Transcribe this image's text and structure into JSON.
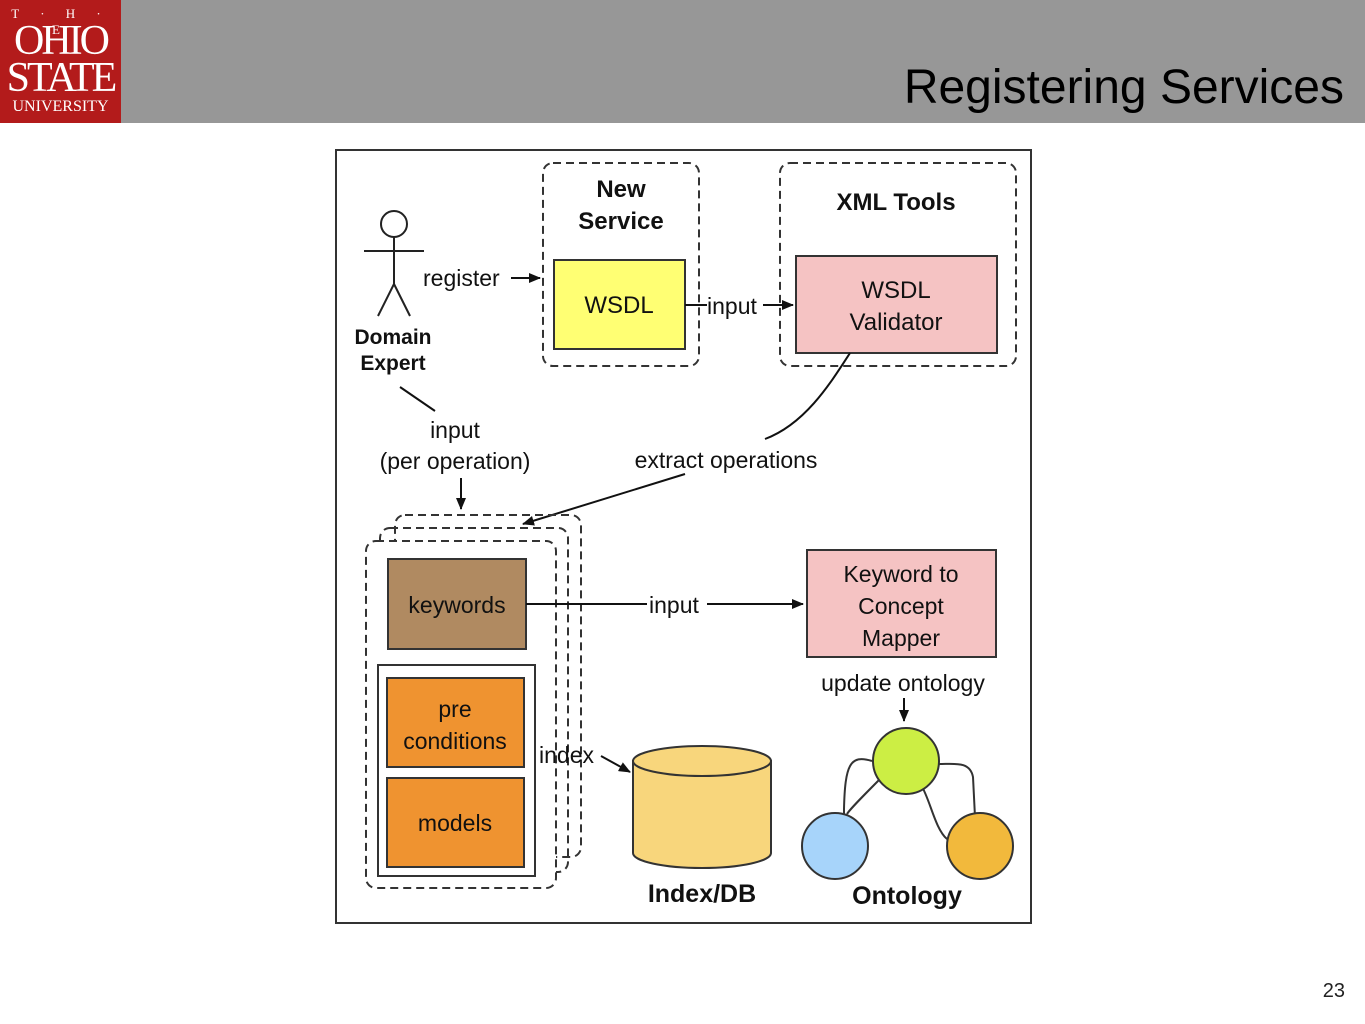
{
  "slide": {
    "title": "Registering Services",
    "page_number": "23"
  },
  "logo": {
    "line1": "T · H · E",
    "line2": "OHIO",
    "line3": "STATE",
    "line4": "UNIVERSITY"
  },
  "diagram": {
    "new_service_label_1": "New",
    "new_service_label_2": "Service",
    "xml_tools_label": "XML Tools",
    "wsdl": "WSDL",
    "validator_1": "WSDL",
    "validator_2": "Validator",
    "actor_1": "Domain",
    "actor_2": "Expert",
    "register": "register",
    "input_top": "input",
    "input_per_op_1": "input",
    "input_per_op_2": "(per operation)",
    "extract": "extract operations",
    "keywords": "keywords",
    "pre_1": "pre",
    "pre_2": "conditions",
    "models": "models",
    "input_mid": "input",
    "mapper_1": "Keyword to",
    "mapper_2": "Concept",
    "mapper_3": "Mapper",
    "update": "update ontology",
    "index": "index",
    "db_label": "Index/DB",
    "ontology_label": "Ontology",
    "colors": {
      "wsdl_fill": "#ffff73",
      "pink_fill": "#f5c3c3",
      "keywords_fill": "#b08a61",
      "orange_fill": "#ef9330",
      "db_fill": "#f8d67c",
      "node_green": "#ccee44",
      "node_blue": "#a7d4fa",
      "node_orange": "#f2b93c"
    }
  }
}
